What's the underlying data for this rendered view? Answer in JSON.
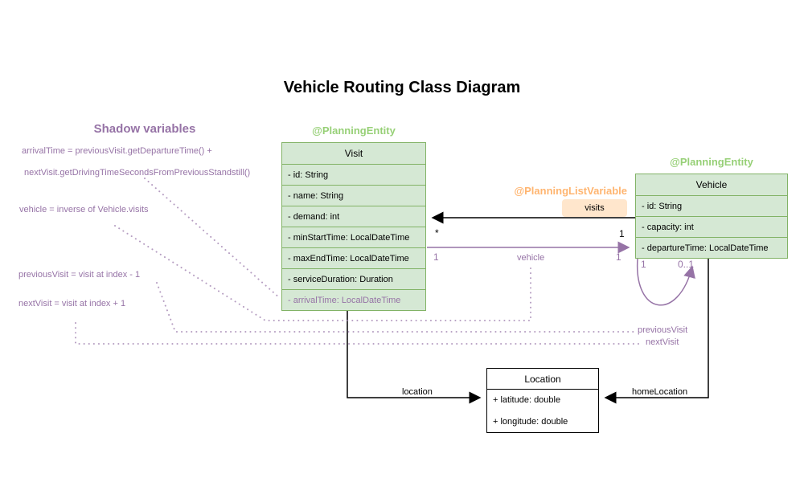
{
  "title": "Vehicle Routing Class Diagram",
  "shadow_panel": {
    "heading": "Shadow variables",
    "notes": [
      "arrivalTime = previousVisit.getDepartureTime() +",
      "nextVisit.getDrivingTimeSecondsFromPreviousStandstill()",
      "vehicle = inverse of Vehicle.visits",
      "previousVisit = visit at index - 1",
      "nextVisit = visit at index + 1"
    ]
  },
  "classes": {
    "visit": {
      "annotation": "@PlanningEntity",
      "name": "Visit",
      "fields": [
        "- id: String",
        "- name: String",
        "- demand: int",
        "- minStartTime: LocalDateTime",
        "- maxEndTime: LocalDateTime",
        "- serviceDuration: Duration",
        "- arrivalTime: LocalDateTime"
      ]
    },
    "vehicle": {
      "annotation": "@PlanningEntity",
      "name": "Vehicle",
      "fields": [
        "- id: String",
        "- capacity: int",
        "- departureTime: LocalDateTime"
      ]
    },
    "location": {
      "name": "Location",
      "fields": [
        "+ latitude: double",
        "+ longitude: double"
      ]
    }
  },
  "relations": {
    "visits": {
      "annotation": "@PlanningListVariable",
      "label": "visits",
      "visit_multiplicity": "*",
      "vehicle_multiplicity": "1"
    },
    "vehicle_ref": {
      "label": "vehicle",
      "visit_multiplicity": "1",
      "vehicle_multiplicity": "1"
    },
    "self_loop": {
      "left_multiplicity": "1",
      "right_multiplicity": "0..1",
      "label_previous": "previousVisit",
      "label_next": "nextVisit"
    },
    "location_ref": {
      "label": "location"
    },
    "home_location_ref": {
      "label": "homeLocation"
    }
  },
  "colors": {
    "entity_fill": "#d5e8d4",
    "entity_stroke": "#82b366",
    "entity_annotation_text": "#97d077",
    "list_variable_fill": "#ffe6cc",
    "list_variable_text": "#ffb570",
    "shadow_purple": "#9673a6",
    "plain_stroke": "#000000"
  }
}
